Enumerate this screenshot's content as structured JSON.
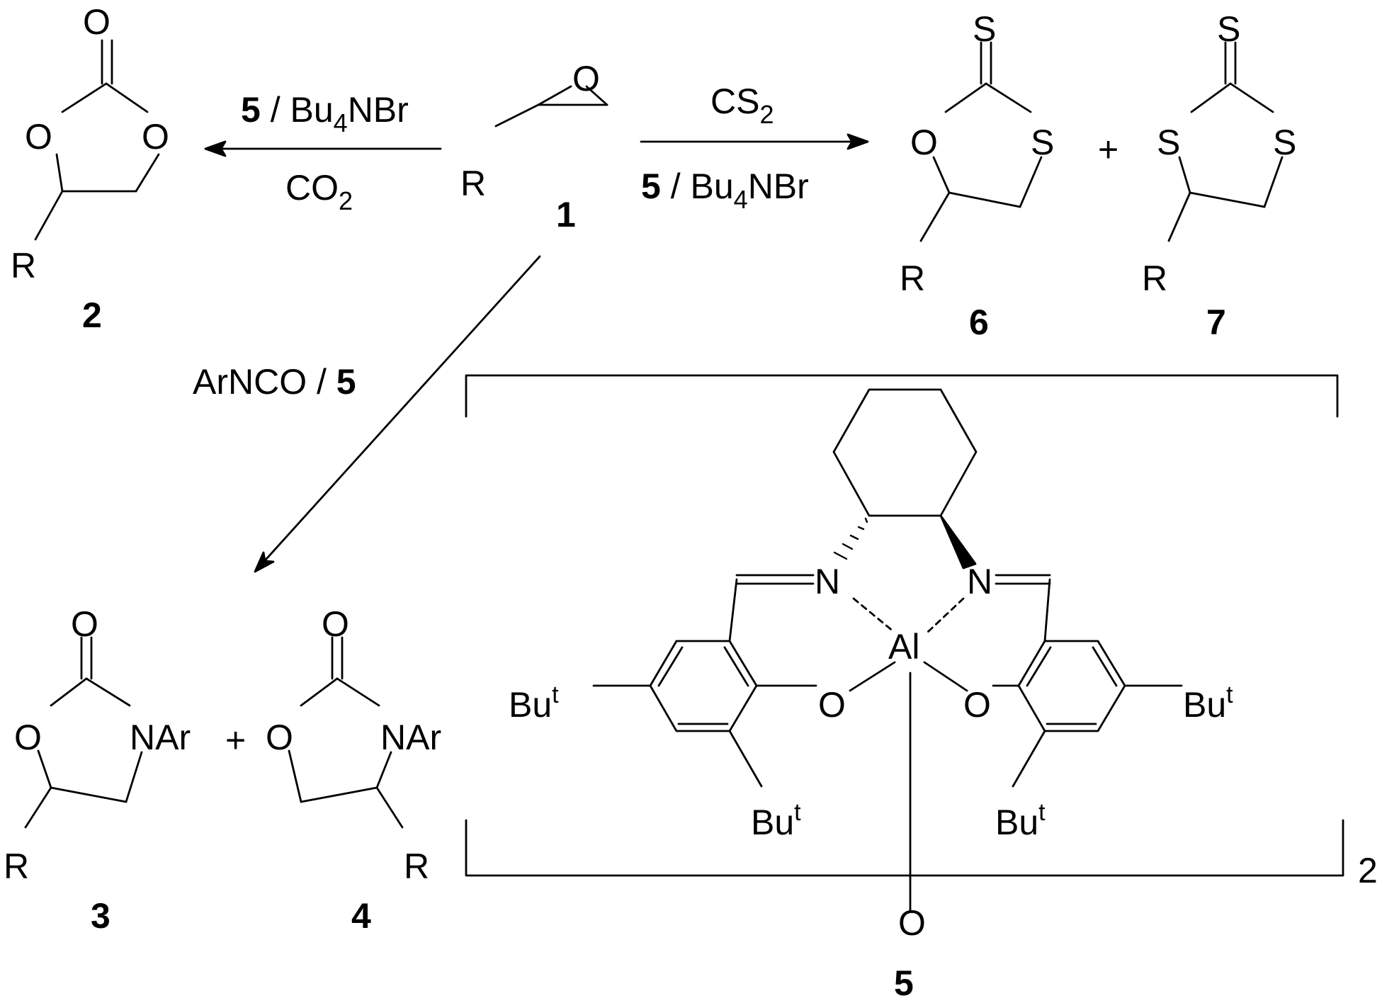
{
  "atoms": {
    "O": "O",
    "S": "S",
    "R": "R",
    "N": "N",
    "NAr": "NAr",
    "Al": "Al",
    "Bu": "Bu",
    "t": "t"
  },
  "compounds": {
    "c1": "1",
    "c2": "2",
    "c3": "3",
    "c4": "4",
    "c5": "5",
    "c6": "6",
    "c7": "7"
  },
  "reagents": {
    "left_top_cat": "5",
    "left_top_rest": " / Bu",
    "left_top_sub": "4",
    "left_top_end": "NBr",
    "left_bottom": "CO",
    "left_bottom_sub": "2",
    "right_top": "CS",
    "right_top_sub": "2",
    "right_bottom_cat": "5",
    "right_bottom_rest": " / Bu",
    "right_bottom_sub": "4",
    "right_bottom_end": "NBr",
    "diag_text": "ArNCO / ",
    "diag_cat": "5"
  },
  "plus": "+",
  "bracket_subscript": "2"
}
